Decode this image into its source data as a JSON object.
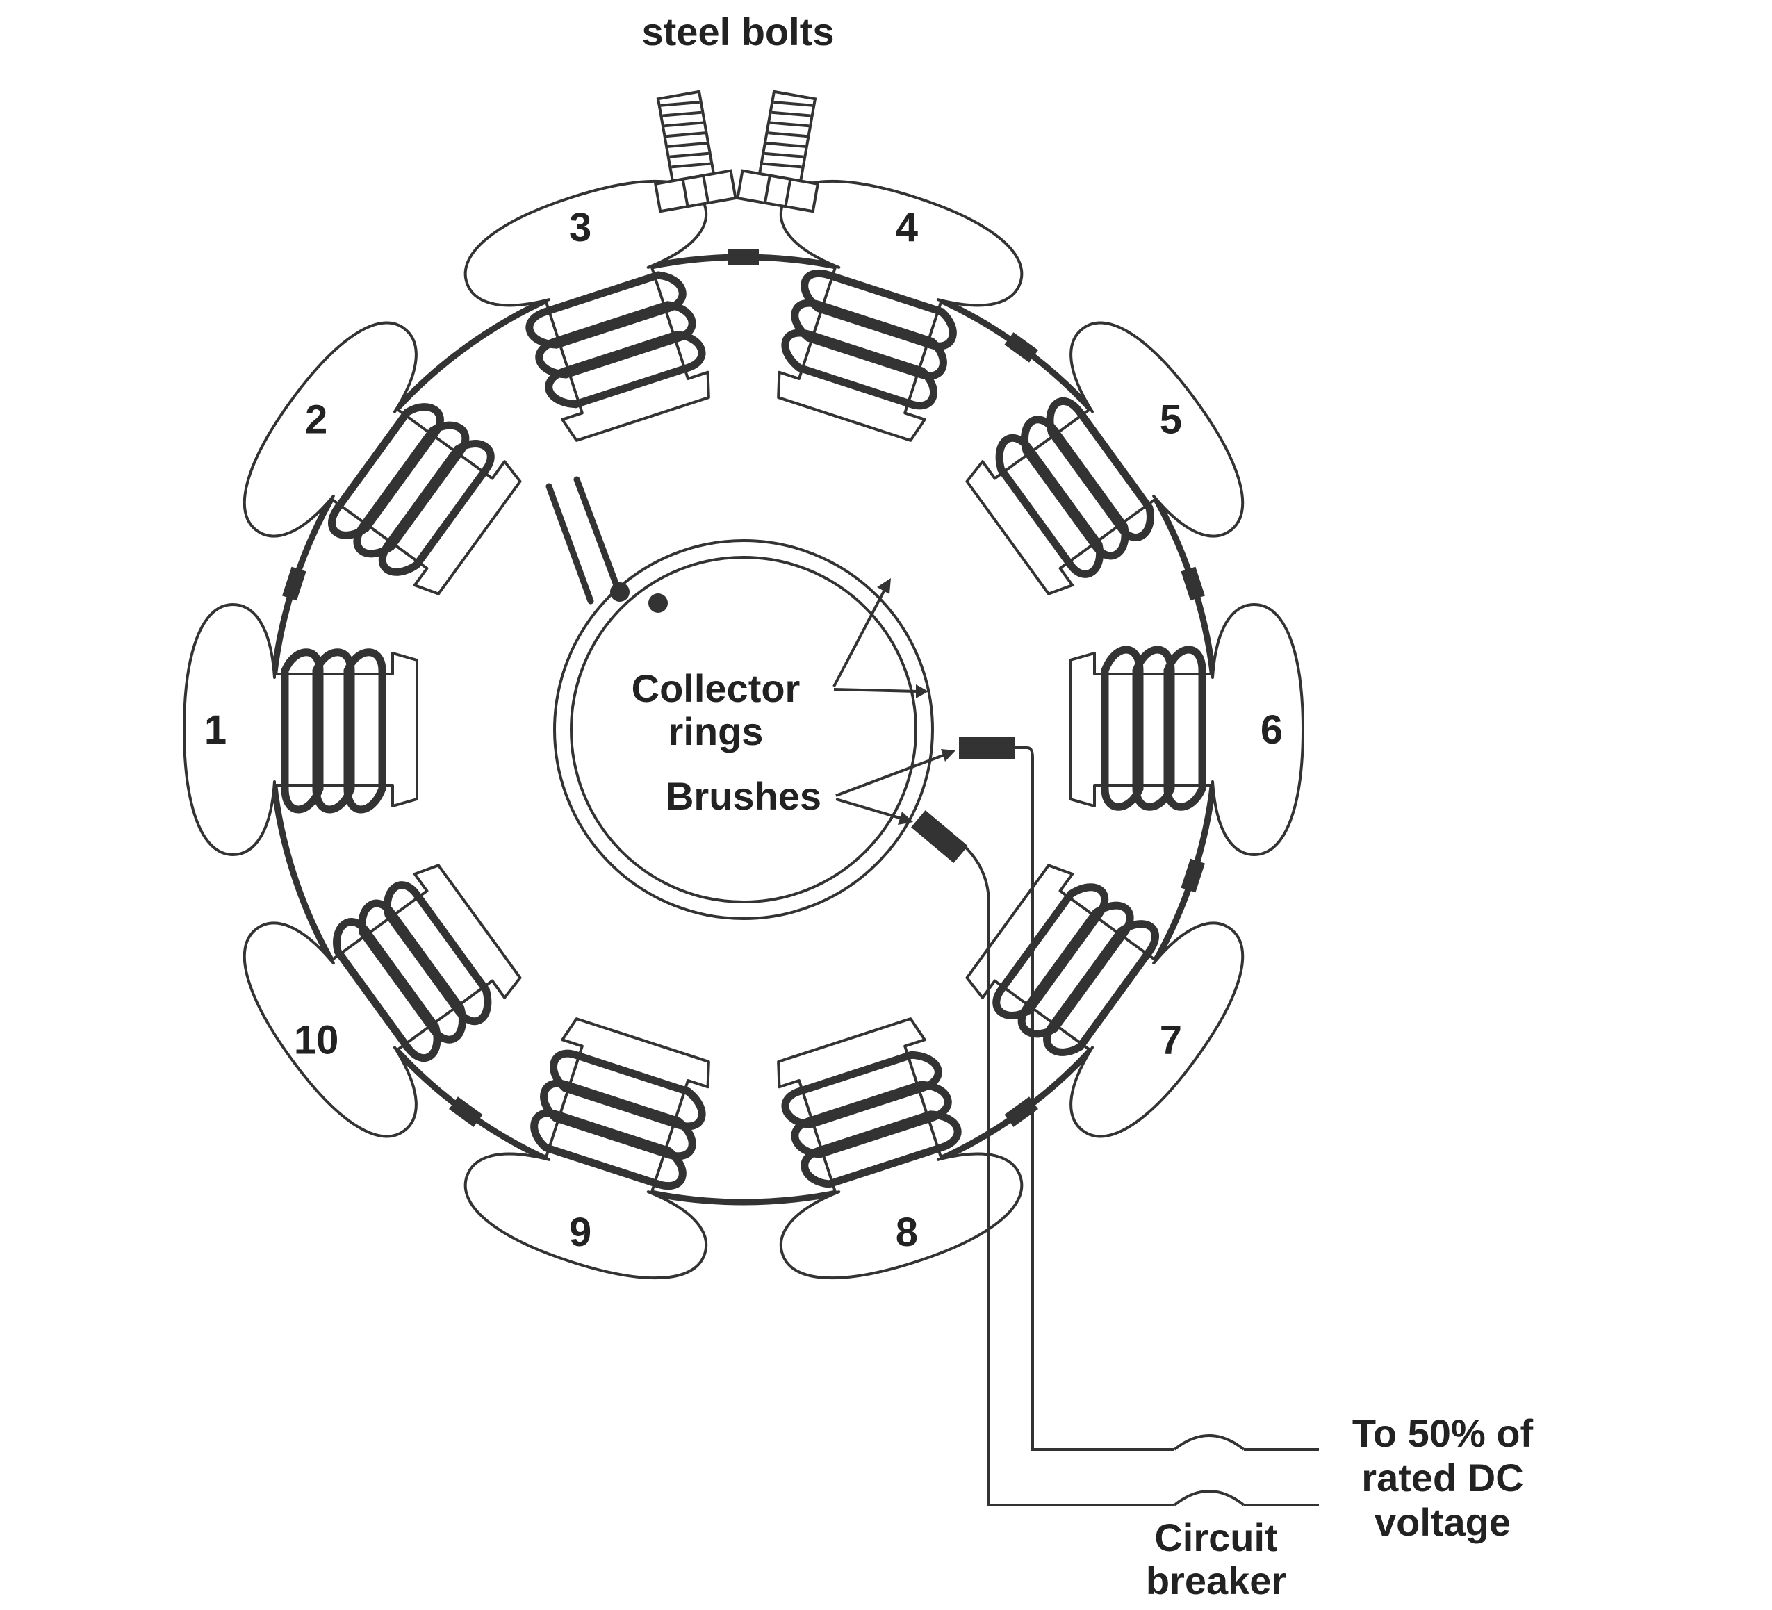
{
  "labels": {
    "steel_bolts": "steel bolts",
    "collector": "Collector",
    "rings": "rings",
    "brushes": "Brushes",
    "supply_line1": "To 50% of",
    "supply_line2": "rated DC",
    "supply_line3": "voltage",
    "breaker_line1": "Circuit",
    "breaker_line2": "breaker"
  },
  "poles": [
    {
      "number": "1"
    },
    {
      "number": "2"
    },
    {
      "number": "3"
    },
    {
      "number": "4"
    },
    {
      "number": "5"
    },
    {
      "number": "6"
    },
    {
      "number": "7"
    },
    {
      "number": "8"
    },
    {
      "number": "9"
    },
    {
      "number": "10"
    }
  ],
  "colors": {
    "line": "#333333",
    "background": "#ffffff"
  }
}
